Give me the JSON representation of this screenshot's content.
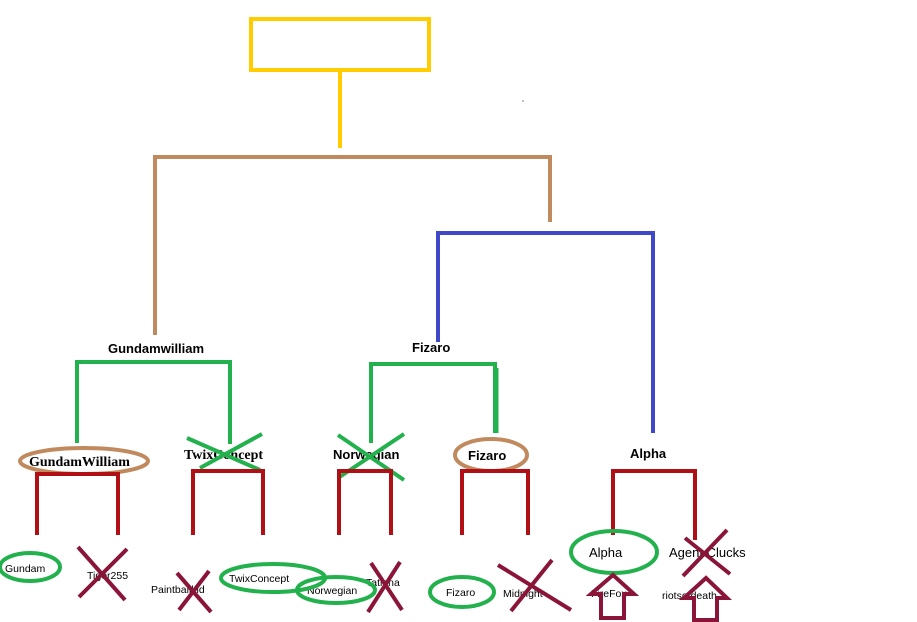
{
  "colors": {
    "top": "#ffcc00",
    "final": "#c08a5e",
    "semi_blue": "#3e48c8",
    "semi_green": "#22b14c",
    "round1": "#b00f16",
    "cross": "#8a1538",
    "arrow": "#8a1538"
  },
  "labels": {
    "semi_left": "Gundamwilliam",
    "semi_mid": "Fizaro",
    "qf_alpha": "Alpha",
    "qf_gundamwilliam": "GundamWilliam",
    "qf_twixconcept": "TwixConcept",
    "qf_norwegian": "Norwegian",
    "qf_fizaro": "Fizaro",
    "r1_gundam": "Gundam",
    "r1_tiger": "Tiger255",
    "r1_paintball": "Paintballkid",
    "r1_twix": "TwixConcept",
    "r1_norwegian": "Norwegian",
    "r1_tatiana": "Tatiana",
    "r1_fizaro": "Fizaro",
    "r1_midnight": "Midnight",
    "r1_alpha": "Alpha",
    "r1_agent": "Agent Clucks",
    "r1_firefox": "FireFox",
    "r1_riot": "riotsofdeath"
  }
}
